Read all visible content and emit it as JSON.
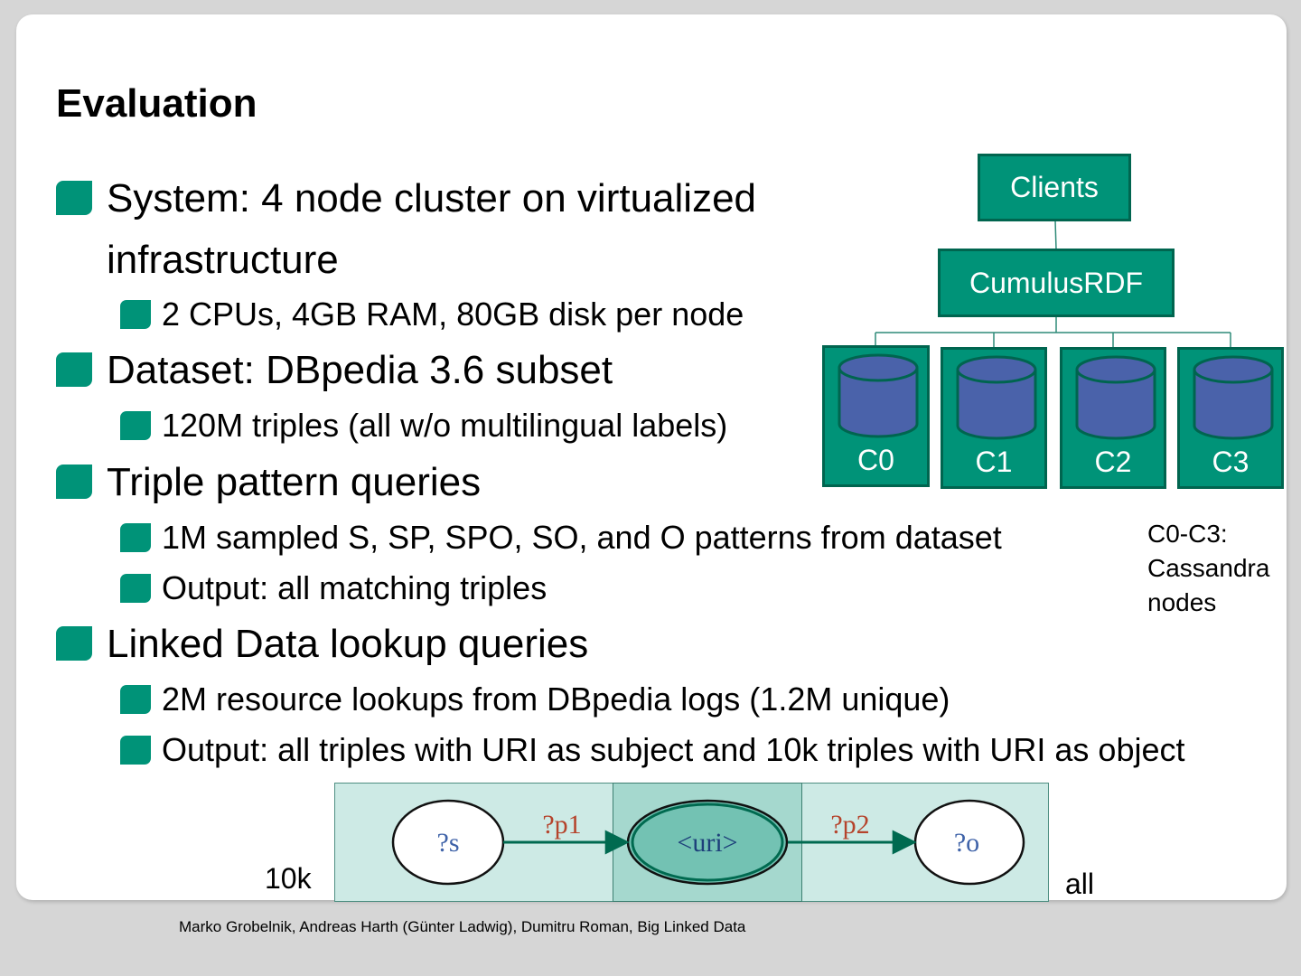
{
  "slide": {
    "title": "Evaluation",
    "footer": "Marko Grobelnik, Andreas Harth (Günter Ladwig), Dumitru Roman, Big Linked Data"
  },
  "bullets": {
    "system": "System: 4 node cluster on virtualized infrastructure",
    "system_sub": "2 CPUs, 4GB RAM, 80GB disk per node",
    "dataset": "Dataset: DBpedia 3.6 subset",
    "dataset_sub": "120M triples (all w/o multilingual labels)",
    "triple": "Triple pattern queries",
    "triple_sub1": "1M sampled S, SP, SPO, SO, and O patterns from dataset",
    "triple_sub2": "Output: all matching triples",
    "linked": "Linked Data lookup queries",
    "linked_sub1": "2M resource lookups from DBpedia logs (1.2M unique)",
    "linked_sub2": "Output: all triples with URI as subject and 10k triples with URI as object"
  },
  "architecture": {
    "clients": "Clients",
    "cumulus": "CumulusRDF",
    "nodes": [
      "C0",
      "C1",
      "C2",
      "C3"
    ],
    "caption": "C0-C3: Cassandra nodes"
  },
  "pattern": {
    "subject": "?s",
    "pred1": "?p1",
    "center": "<uri>",
    "pred2": "?p2",
    "object": "?o",
    "left_label": "10k",
    "right_label": "all"
  },
  "colors": {
    "accent": "#009378",
    "accent_dark": "#00654f",
    "cylinder": "#4a62aa",
    "predicate": "#b5432b",
    "variable": "#3e62a8"
  }
}
